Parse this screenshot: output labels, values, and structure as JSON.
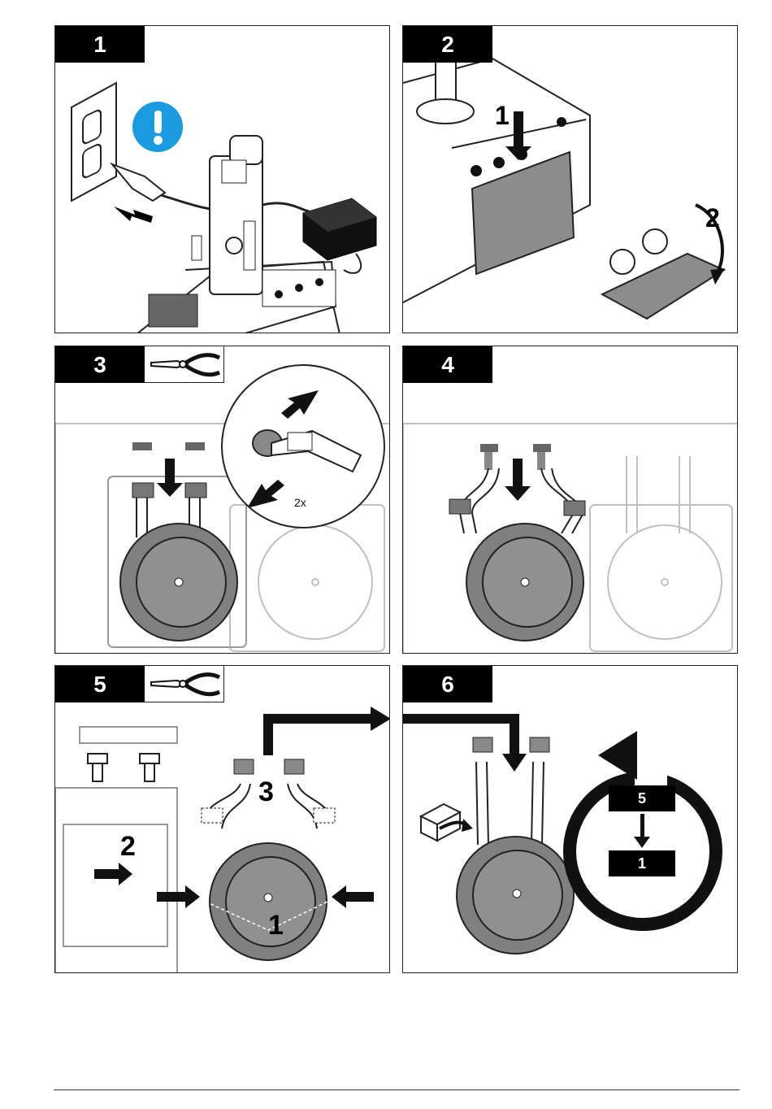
{
  "panels": [
    {
      "step": "1",
      "callouts": []
    },
    {
      "step": "2",
      "callouts": [
        "1",
        "2"
      ]
    },
    {
      "step": "3",
      "callouts": [
        "2x"
      ]
    },
    {
      "step": "4",
      "callouts": []
    },
    {
      "step": "5",
      "callouts": [
        "2",
        "3",
        "1"
      ]
    },
    {
      "step": "6",
      "loop_top": "5",
      "loop_bottom": "1"
    }
  ],
  "icons": {
    "warning": "exclamation-icon",
    "tool": "pliers-icon"
  },
  "colors": {
    "tag": "#000000",
    "warning_blue": "#1a9be0",
    "pump_gray": "#808080",
    "panel_gray": "#8c8c8c"
  }
}
